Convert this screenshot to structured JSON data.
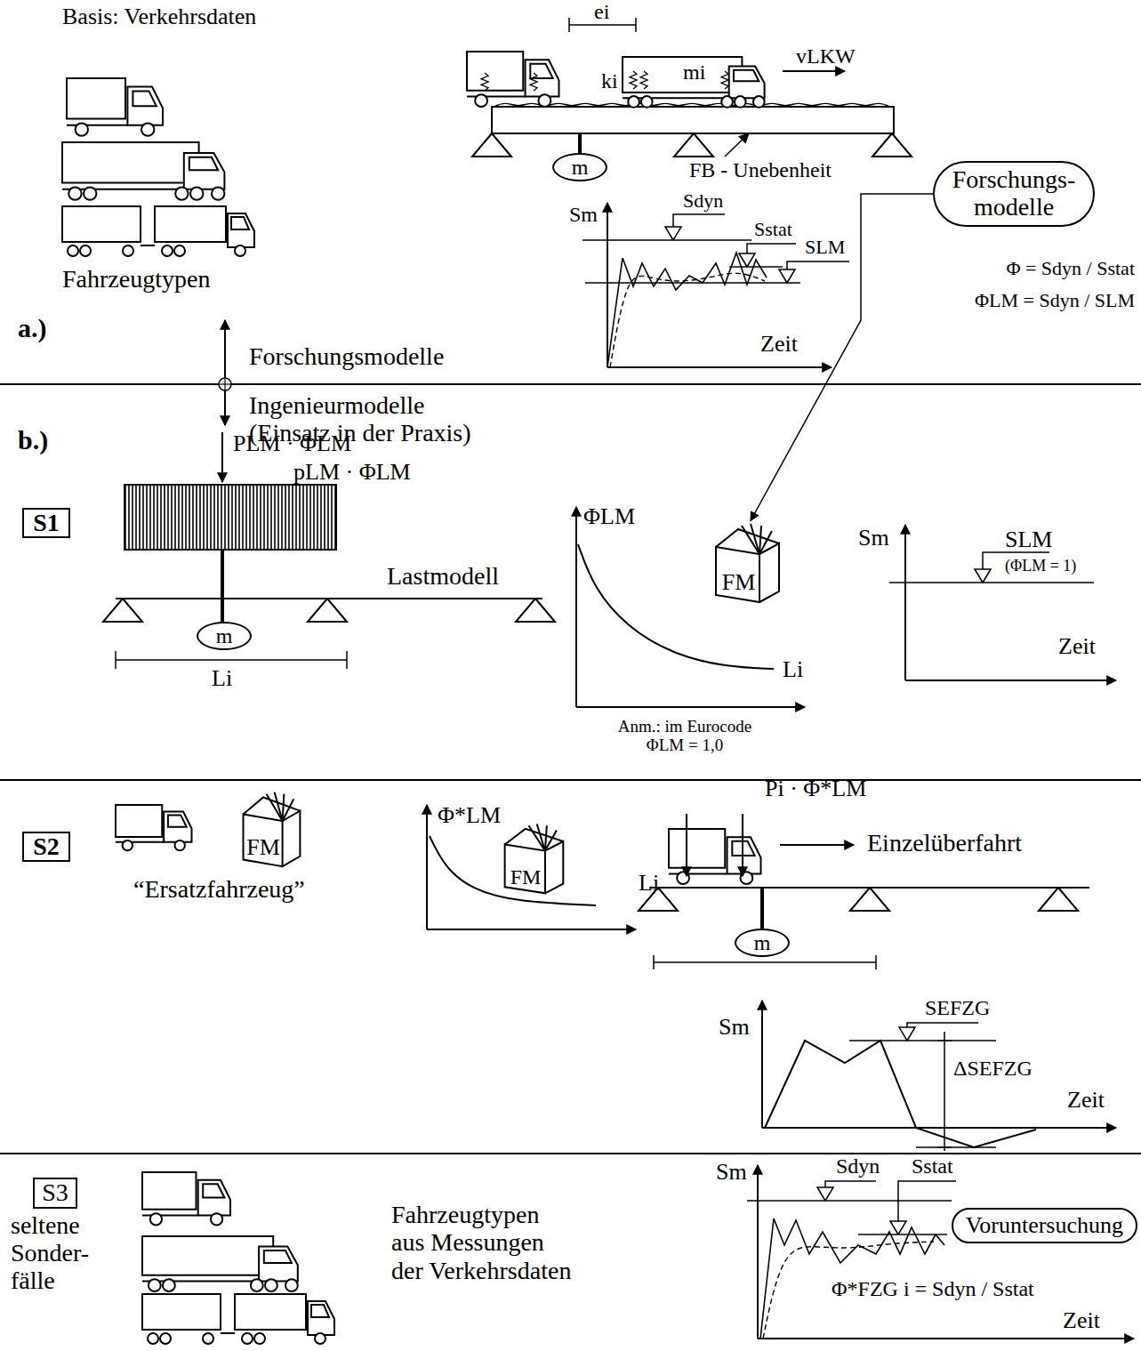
{
  "diagram": {
    "nodes": [
      {
        "text": [
          "Forschungs-modelle"
        ]
      },
      {
        "text": [
          "m"
        ]
      },
      {
        "text": [
          "S1"
        ]
      },
      {
        "text": [
          "m"
        ]
      },
      {
        "text": [
          "FM"
        ]
      },
      {
        "text": [
          "S2"
        ]
      },
      {
        "text": [
          "FM"
        ]
      },
      {
        "text": [
          "FM"
        ]
      },
      {
        "text": [
          "m"
        ]
      },
      {
        "text": [
          "S3",
          "seltene Sonder-fälle"
        ]
      },
      {
        "text": [
          "Voruntersuchung"
        ]
      }
    ],
    "edges": [
      {
        "from": 0,
        "to": 4,
        "arrow": "to"
      }
    ],
    "labels": [
      "Basis: Verkehrsdaten",
      "Fahrzeugtypen",
      "ei",
      "ki",
      "mi",
      "vLKW",
      "FB - Unebenheit",
      "Sm",
      "Sdyn",
      "Sstat",
      "SLM",
      "Zeit",
      "Φ = Sdyn / Sstat",
      "ΦLM = Sdyn / SLM",
      "a.)",
      "Forschungsmodelle",
      "Ingenieurmodelle (Einsatz in der Praxis)",
      "b.)",
      "PLM · ΦLM",
      "pLM · ΦLM",
      "Lastmodell",
      "Li",
      "ΦLM",
      "Li",
      "Anm.: im Eurocode ΦLM = 1,0",
      "Sm",
      "SLM",
      "(ΦLM = 1)",
      "Zeit",
      "“Ersatzfahrzeug”",
      "Φ*LM",
      "Li",
      "Pi · Φ*LM",
      "Einzelüberfahrt",
      "Sm",
      "SEFZG",
      "ΔSEFZG",
      "Zeit",
      "Fahrzeugtypen aus Messungen der Verkehrsdaten",
      "Sm",
      "Sdyn",
      "Sstat",
      "Φ*FZG i = Sdyn / Sstat",
      "Zeit"
    ]
  }
}
